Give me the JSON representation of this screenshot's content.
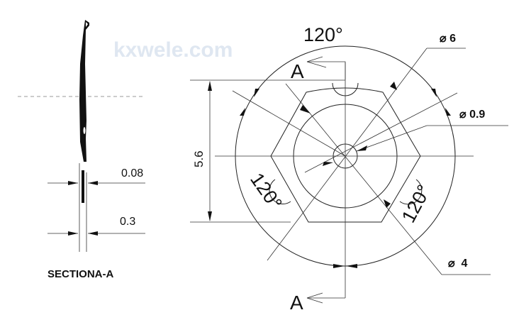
{
  "section_view": {
    "title": "SECTIONA-A",
    "dim_thin": "0.08",
    "dim_thick": "0.3"
  },
  "front_view": {
    "angle_top": "120°",
    "angle_left": "120°",
    "angle_right": "120°",
    "section_mark_top": "A",
    "section_mark_bottom": "A",
    "height_dim": "5.6",
    "dia_outer": "⌀ 6",
    "dia_center": "⌀ 0.9",
    "dia_inner": "⌀  4"
  },
  "watermark": "kxwele.com"
}
